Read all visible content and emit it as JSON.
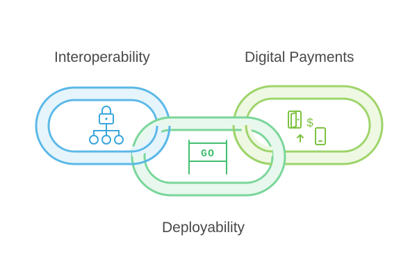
{
  "links": [
    {
      "label": "Interoperability",
      "icon": "network-lock-icon",
      "stroke": "#5bb8e8",
      "fill": "#e6f5fc",
      "inner": "#ffffff"
    },
    {
      "label": "Deployability",
      "icon": "go-sign-icon",
      "icon_text": "GO",
      "stroke": "#7ad69a",
      "fill": "#e8f8ee",
      "inner": "#ffffff"
    },
    {
      "label": "Digital Payments",
      "icon": "digital-payment-icon",
      "stroke": "#9ed46a",
      "fill": "#eef8e2",
      "inner": "#ffffff"
    }
  ]
}
